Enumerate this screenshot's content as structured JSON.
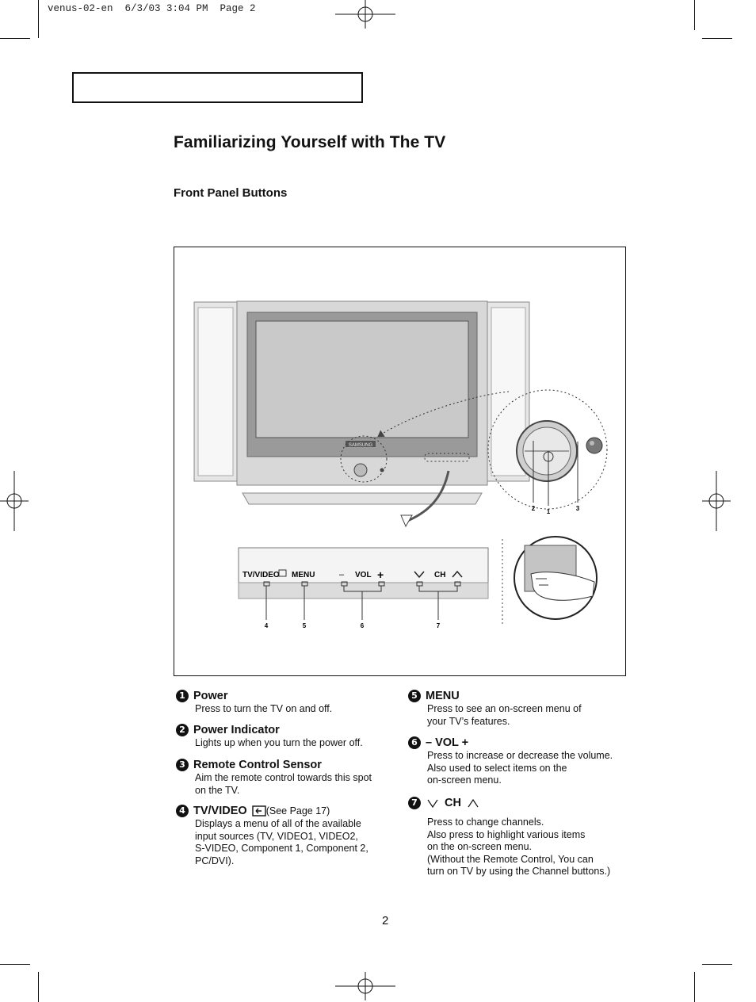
{
  "slug": "venus-02-en  6/3/03 3:04 PM  Page 2",
  "title": "Familiarizing Yourself with The TV",
  "section": "Front Panel Buttons",
  "figure": {
    "brand": "SAMSUNG",
    "panel_labels": {
      "tvvideo": "TV/VIDEO",
      "menu": "MENU",
      "vol_minus": "–",
      "vol": "VOL",
      "vol_plus": "+",
      "ch": "CH"
    },
    "callouts": [
      "1",
      "2",
      "3",
      "4",
      "5",
      "6",
      "7"
    ]
  },
  "items": [
    {
      "num": "1",
      "title": "Power",
      "desc": "Press to turn the TV on and off."
    },
    {
      "num": "2",
      "title": "Power Indicator",
      "desc": "Lights up when you turn the power off."
    },
    {
      "num": "3",
      "title": "Remote Control Sensor",
      "desc": "Aim the remote control towards this spot\non the TV."
    },
    {
      "num": "4",
      "title": "TV/VIDEO",
      "note": "(See Page 17)",
      "desc": "Displays a menu of all of the available\ninput sources (TV, VIDEO1, VIDEO2,\nS-VIDEO, Component 1, Component 2,\nPC/DVI)."
    },
    {
      "num": "5",
      "title": "MENU",
      "desc": "Press to see an on-screen menu of\nyour TV’s features."
    },
    {
      "num": "6",
      "title": "– VOL +",
      "desc": "Press to increase or decrease the volume.\nAlso used to select items on the\non-screen menu."
    },
    {
      "num": "7",
      "title": "CH",
      "desc": "Press to change channels.\nAlso press to highlight various items\non the on-screen menu.\n(Without the Remote Control, You  can\nturn on TV by using the Channel buttons.)"
    }
  ],
  "page_number": "2"
}
